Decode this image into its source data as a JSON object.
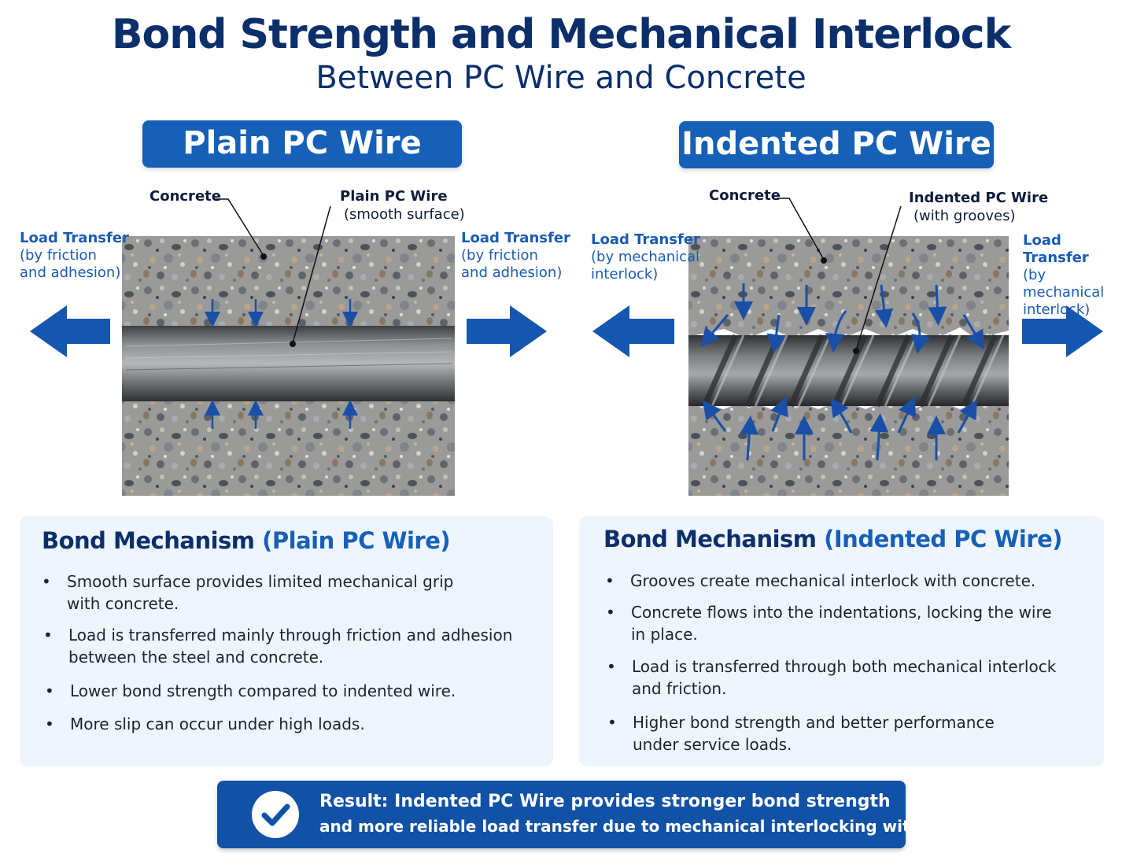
{
  "title": "Bond Strength and Mechanical Interlock",
  "subtitle": "Between PC Wire and Concrete",
  "left_panel": {
    "header": "Plain PC Wire",
    "concrete_label": "Concrete",
    "wire_label": "Plain PC Wire",
    "wire_sublabel": "(smooth surface)",
    "load_title": "Load Transfer",
    "load_line1": "(by friction",
    "load_line2": "and adhesion)"
  },
  "right_panel": {
    "header": "Indented PC Wire",
    "concrete_label": "Concrete",
    "wire_label": "Indented PC Wire",
    "wire_sublabel": "(with grooves)",
    "load_title": "Load Transfer",
    "load_line1": "(by mechanical",
    "load_line2": "interlock)"
  },
  "left_card": {
    "title_prefix": "Bond Mechanism ",
    "title_highlight": "(Plain PC Wire)",
    "bullets": [
      [
        "Smooth surface provides limited mechanical grip",
        "with concrete."
      ],
      [
        "Load is transferred mainly through friction and adhesion",
        "between the steel and concrete."
      ],
      [
        "Lower bond strength compared to indented wire."
      ],
      [
        "More slip can occur under high loads."
      ]
    ]
  },
  "right_card": {
    "title_prefix": "Bond Mechanism ",
    "title_highlight": "(Indented PC Wire)",
    "bullets": [
      [
        "Grooves create mechanical interlock with concrete."
      ],
      [
        "Concrete flows into the indentations, locking the wire",
        "in place."
      ],
      [
        "Load is transferred through both mechanical interlock",
        "and friction."
      ],
      [
        "Higher bond strength and better performance",
        "under service loads."
      ]
    ]
  },
  "result": {
    "label": "Result:",
    "line1": "Indented PC Wire provides stronger bond strength",
    "line2": "and more reliable load transfer due to mechanical interlocking with concrete."
  },
  "colors": {
    "navy": "#0b2f6b",
    "blue": "#1660b7",
    "arrow_blue": "#1a5cb5",
    "card_bg": "#eef5fc"
  },
  "icons": [
    "checkmark-icon",
    "arrow-left-icon",
    "arrow-right-icon"
  ]
}
